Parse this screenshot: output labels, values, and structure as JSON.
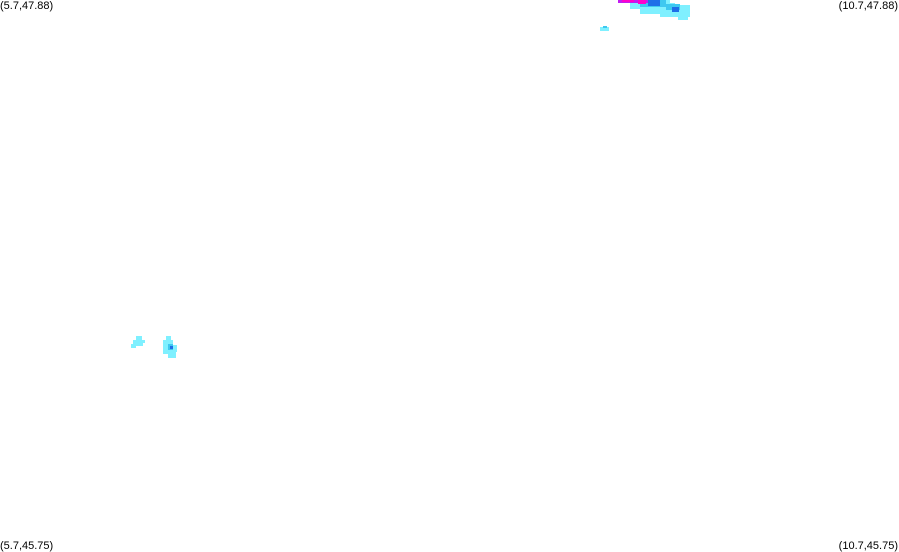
{
  "map": {
    "corners": {
      "top_left": "(5.7,47.88)",
      "top_right": "(10.7,47.88)",
      "bottom_left": "(5.7,45.75)",
      "bottom_right": "(10.7,45.75)"
    },
    "palette": {
      "light": "#7ff0ff",
      "mid": "#3ec8f0",
      "strong": "#1e6fe8",
      "intense": "#c21cf0",
      "extreme": "#ff00cc"
    }
  }
}
